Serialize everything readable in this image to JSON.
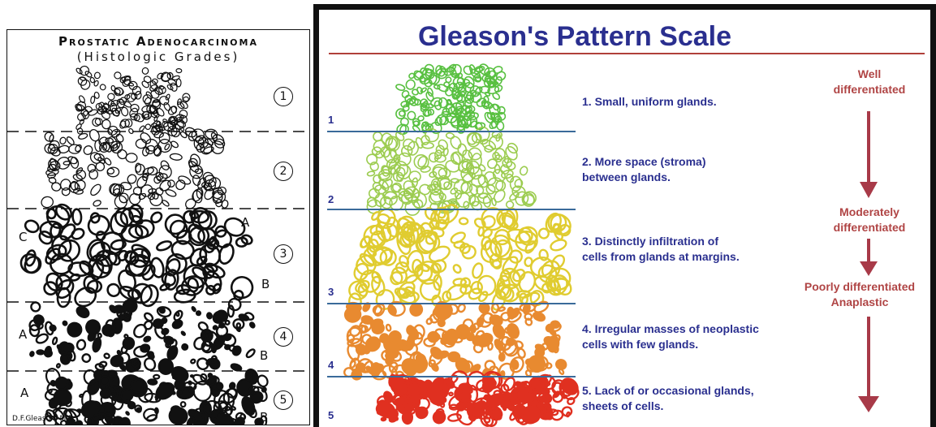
{
  "left_diagram": {
    "title_line1": "Prostatic Adenocarcinoma",
    "title_line2": "(Histologic Grades)",
    "grades": [
      "1",
      "2",
      "3",
      "4",
      "5"
    ],
    "pattern_letters": {
      "g3_A": "A",
      "g3_B": "B",
      "g3_C": "C",
      "g4_A": "A",
      "g4_B": "B",
      "g5_A": "A",
      "g5_B": "B"
    },
    "author": "D.F.Gleason, M.D."
  },
  "right_diagram": {
    "title": "Gleason's Pattern Scale",
    "colors": {
      "title": "#2a2f8f",
      "differentiation": "#b04545",
      "divider_lines": "#3a6a9a",
      "grade1": "#58c040",
      "grade2": "#9ccc50",
      "grade3": "#e0cc30",
      "grade4": "#e88a30",
      "grade5": "#e03020"
    },
    "grade_numbers": [
      "1",
      "2",
      "3",
      "4",
      "5"
    ],
    "descriptions": [
      "1. Small, uniform glands.",
      "2. More space (stroma)\nbetween glands.",
      "3. Distinctly infiltration of\ncells from glands at margins.",
      "4. Irregular masses of neoplastic\ncells with few glands.",
      "5. Lack of or occasional glands,\nsheets of cells."
    ],
    "differentiation": {
      "well": "Well\ndifferentiated",
      "moderately": "Moderately\ndifferentiated",
      "poorly": "Poorly differentiated\nAnaplastic"
    }
  }
}
